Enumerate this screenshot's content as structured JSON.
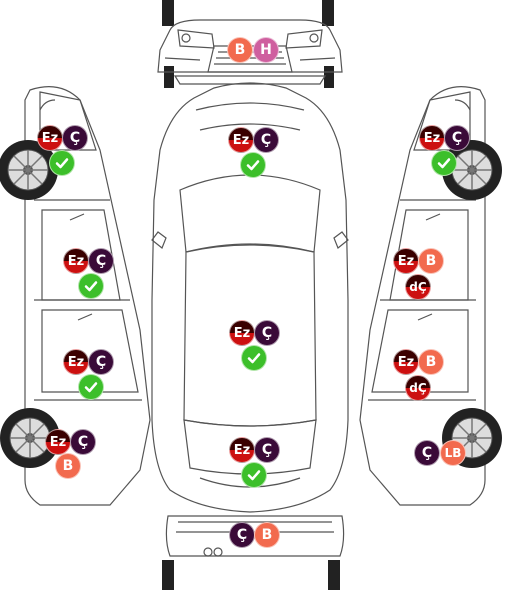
{
  "colors": {
    "ez": "#cc1010",
    "c": "#3a0a38",
    "b": "#f26a4e",
    "h": "#cf5f9f",
    "ok": "#3cbf2a",
    "line": "#555555",
    "tire": "#222222"
  },
  "icons": {
    "ok": "check-icon"
  },
  "badges": {
    "front_b": "B",
    "front_h": "H",
    "left_fender_ez": "Ez",
    "left_fender_c": "Ç",
    "left_front_door_ez": "Ez",
    "left_front_door_c": "Ç",
    "left_rear_door_ez": "Ez",
    "left_rear_door_c": "Ç",
    "left_quarter_ez": "Ez",
    "left_quarter_c": "Ç",
    "left_quarter_b": "B",
    "hood_ez": "Ez",
    "hood_c": "Ç",
    "roof_ez": "Ez",
    "roof_c": "Ç",
    "trunk_ez": "Ez",
    "trunk_c": "Ç",
    "right_fender_ez": "Ez",
    "right_fender_c": "Ç",
    "right_front_door_ez": "Ez",
    "right_front_door_b": "B",
    "right_front_door_dc": "dÇ",
    "right_rear_door_ez": "Ez",
    "right_rear_door_b": "B",
    "right_rear_door_dc": "dÇ",
    "right_quarter_c": "Ç",
    "right_quarter_lb": "LB",
    "rear_c": "Ç",
    "rear_b": "B"
  }
}
